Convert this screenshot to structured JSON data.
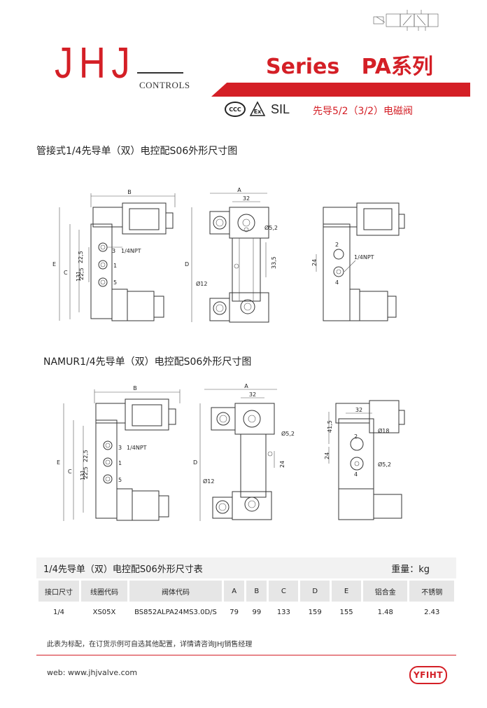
{
  "header": {
    "logo": "JHJ",
    "logo_sub": "CONTROLS",
    "series": "Series   PA系列",
    "cert_ccc": "CCC",
    "cert_ex": "Ex",
    "cert_sil": "SIL",
    "valve_type": "先导5/2（3/2）电磁阀"
  },
  "sections": {
    "pipe_title": "管接式1/4先导单（双）电控配S06外形尺寸图",
    "namur_title": "NAMUR1/4先导单（双）电控配S06外形尺寸图"
  },
  "drawing1": {
    "front": {
      "B": "B",
      "E": "E",
      "C": "C",
      "h131": "131",
      "d1": "22,5",
      "d2": "22,5",
      "npt": "1/4NPT",
      "p3": "3",
      "p1": "1",
      "p5": "5"
    },
    "side": {
      "A": "A",
      "w32": "32",
      "dia52": "Ø5,2",
      "h335": "33,5",
      "D": "D",
      "dia12": "Ø12"
    },
    "back": {
      "h24": "24",
      "npt": "1/4NPT",
      "p2": "2",
      "p4": "4"
    }
  },
  "drawing2": {
    "front": {
      "B": "B",
      "E": "E",
      "C": "C",
      "h131": "131",
      "d1": "22,5",
      "d2": "22,5",
      "npt": "1/4NPT",
      "p3": "3",
      "p1": "1",
      "p5": "5"
    },
    "side": {
      "A": "A",
      "w32": "32",
      "dia52": "Ø5,2",
      "h24": "24",
      "D": "D",
      "dia12": "Ø12"
    },
    "back": {
      "w32": "32",
      "h415": "41,5",
      "h24": "24",
      "dia18": "Ø18",
      "dia52": "Ø5,2",
      "p2": "2",
      "p4": "4"
    }
  },
  "table": {
    "title": "1/4先导单（双）电控配S06外形尺寸表",
    "weight": "重量：kg",
    "headers": [
      "接口尺寸",
      "线圈代码",
      "阀体代码",
      "A",
      "B",
      "C",
      "D",
      "E",
      "铝合金",
      "不锈钢"
    ],
    "rows": [
      [
        "1/4",
        "XS05X",
        "BS852ALPA24MS3.0D/S",
        "79",
        "99",
        "133",
        "159",
        "155",
        "1.48",
        "2.43"
      ]
    ]
  },
  "footer": {
    "note": "此表为标配，在订货示例可自选其他配置，详情请咨询JHJ销售经理",
    "web": "web:  www.jhjvalve.com",
    "badge": "YFIHT"
  },
  "colors": {
    "brand_red": "#d41f26"
  }
}
